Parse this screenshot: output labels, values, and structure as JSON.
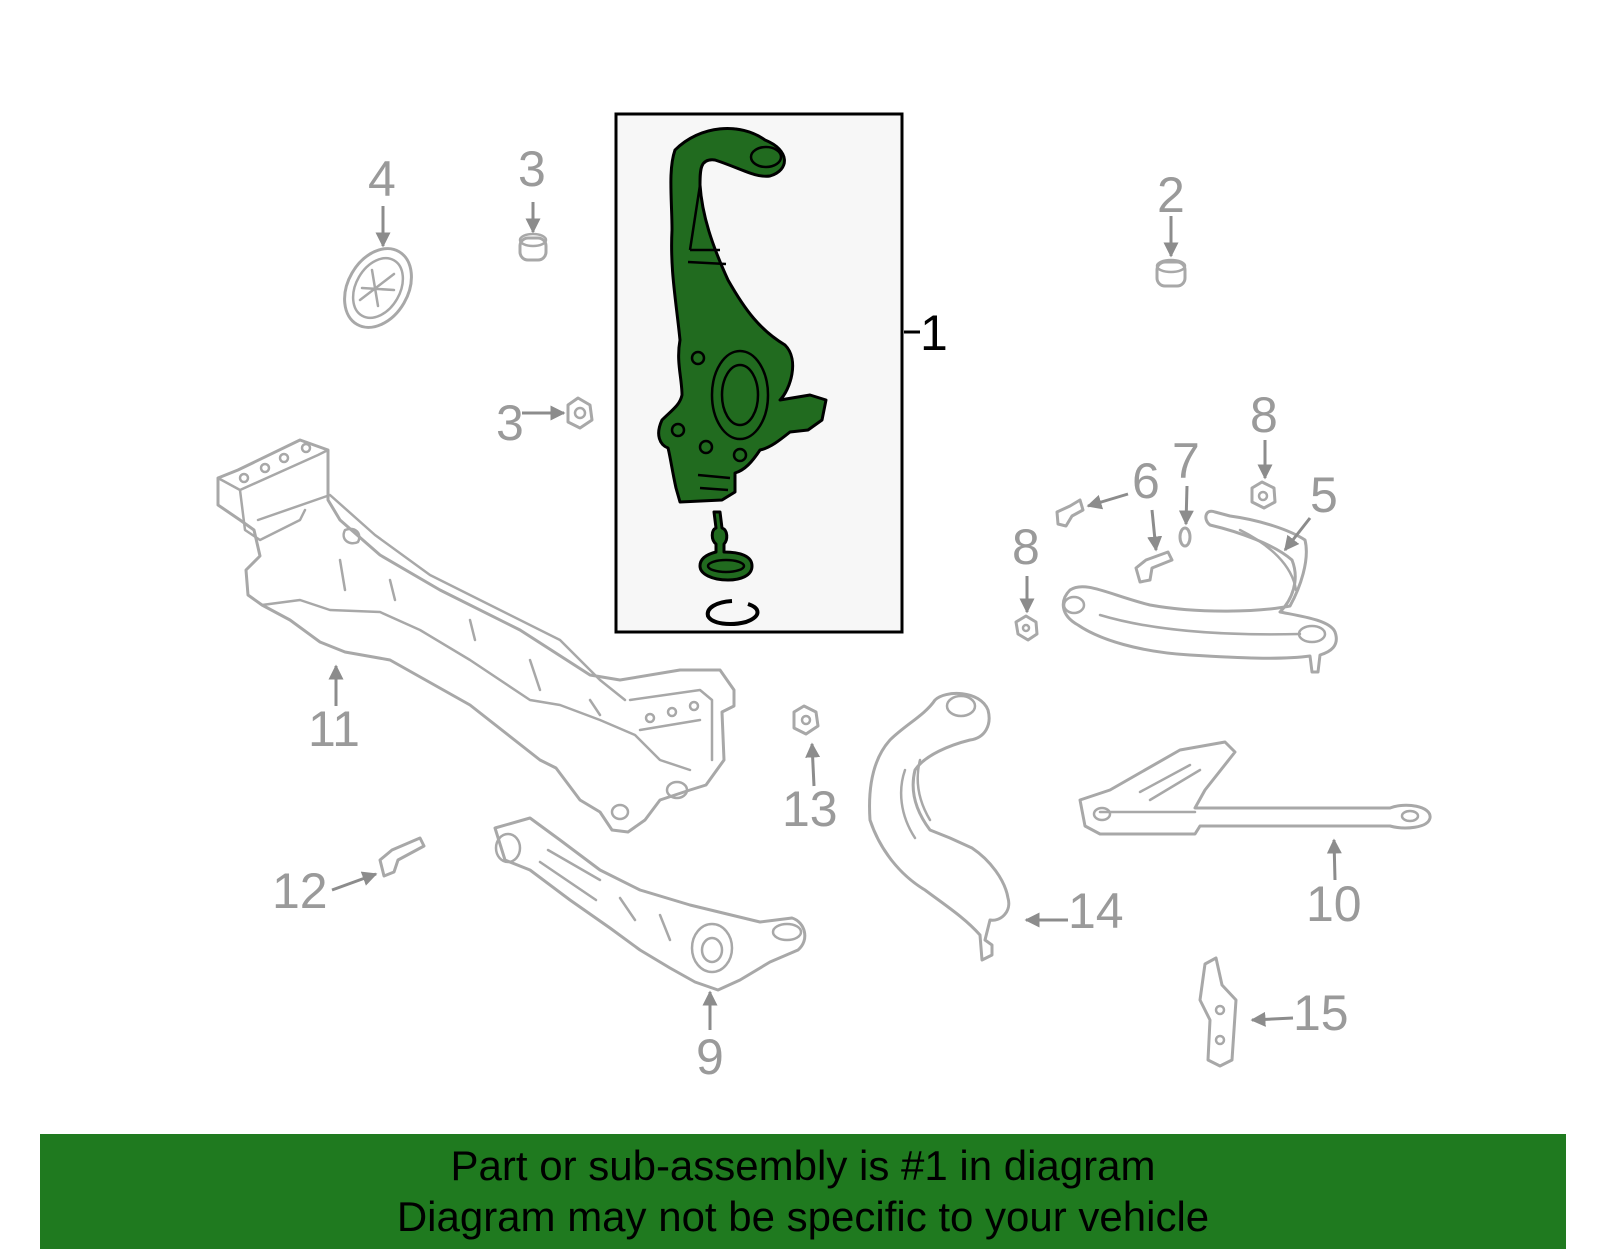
{
  "colors": {
    "highlight": "#216b1f",
    "banner": "#1f7a1f",
    "part_outline": "#a8a8a8",
    "callout_text": "#9a9a9a"
  },
  "callouts": {
    "c1": "1",
    "c2": "2",
    "c3a": "3",
    "c3b": "3",
    "c4": "4",
    "c5": "5",
    "c6": "6",
    "c7": "7",
    "c8a": "8",
    "c8b": "8",
    "c9": "9",
    "c10": "10",
    "c11": "11",
    "c12": "12",
    "c13": "13",
    "c14": "14",
    "c15": "15"
  },
  "banner": {
    "line1": "Part or sub-assembly is #1 in diagram",
    "line2": "Diagram may not be specific to your vehicle"
  }
}
